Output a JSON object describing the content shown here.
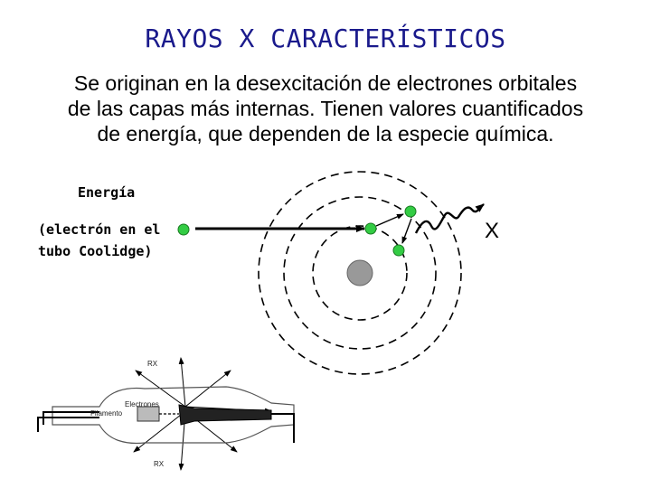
{
  "slide": {
    "title": "RAYOS X CARACTERÍSTICOS",
    "lines": [
      "Se originan en la desexcitación de electrones orbitales",
      "de las capas más internas. Tienen valores cuantificados",
      "de energía, que dependen de la especie química."
    ]
  },
  "diagram": {
    "energy_label": "Energía",
    "electron_label_lines": [
      "(electrón en el",
      "tubo Coolidge)"
    ],
    "xray_label": "X",
    "colors": {
      "electron": "#33cc44",
      "nucleus": "#999999",
      "title": "#1a1a8c"
    }
  },
  "tube": {
    "rx_top": "RX",
    "rx_bottom": "RX",
    "electrons": "Electrones",
    "filament": "Filamento"
  }
}
